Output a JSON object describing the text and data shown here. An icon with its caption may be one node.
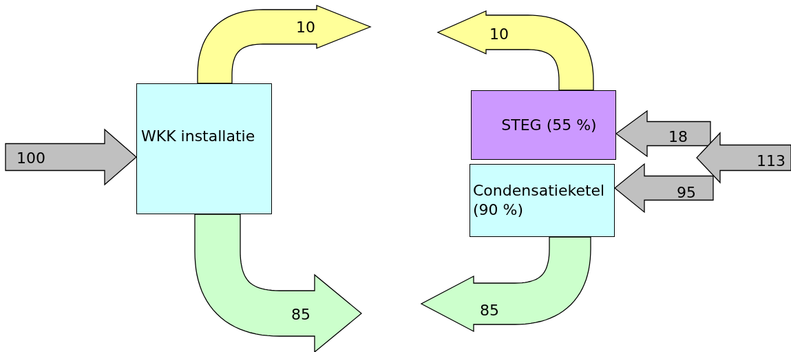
{
  "diagram": {
    "nodes": [
      {
        "text": [
          "WKK installatie"
        ]
      },
      {
        "text": [
          "STEG (55 %)"
        ]
      },
      {
        "text": [
          "Condensatieketel (90 %)"
        ]
      }
    ],
    "edges": [
      {
        "from": null,
        "to": 0,
        "arrow": "to",
        "label": "100"
      },
      {
        "from": 0,
        "to": null,
        "arrow": "to",
        "label": "10",
        "color": "#ffff99"
      },
      {
        "from": 0,
        "to": null,
        "arrow": "to",
        "label": "85",
        "color": "#ccffcc"
      },
      {
        "from": 1,
        "to": null,
        "arrow": "to",
        "label": "10",
        "color": "#ffff99"
      },
      {
        "from": 2,
        "to": null,
        "arrow": "to",
        "label": "85",
        "color": "#ccffcc"
      },
      {
        "from": null,
        "to": 1,
        "arrow": "to",
        "label": "18"
      },
      {
        "from": null,
        "to": 2,
        "arrow": "to",
        "label": "95"
      }
    ],
    "labels": [
      "113"
    ]
  }
}
